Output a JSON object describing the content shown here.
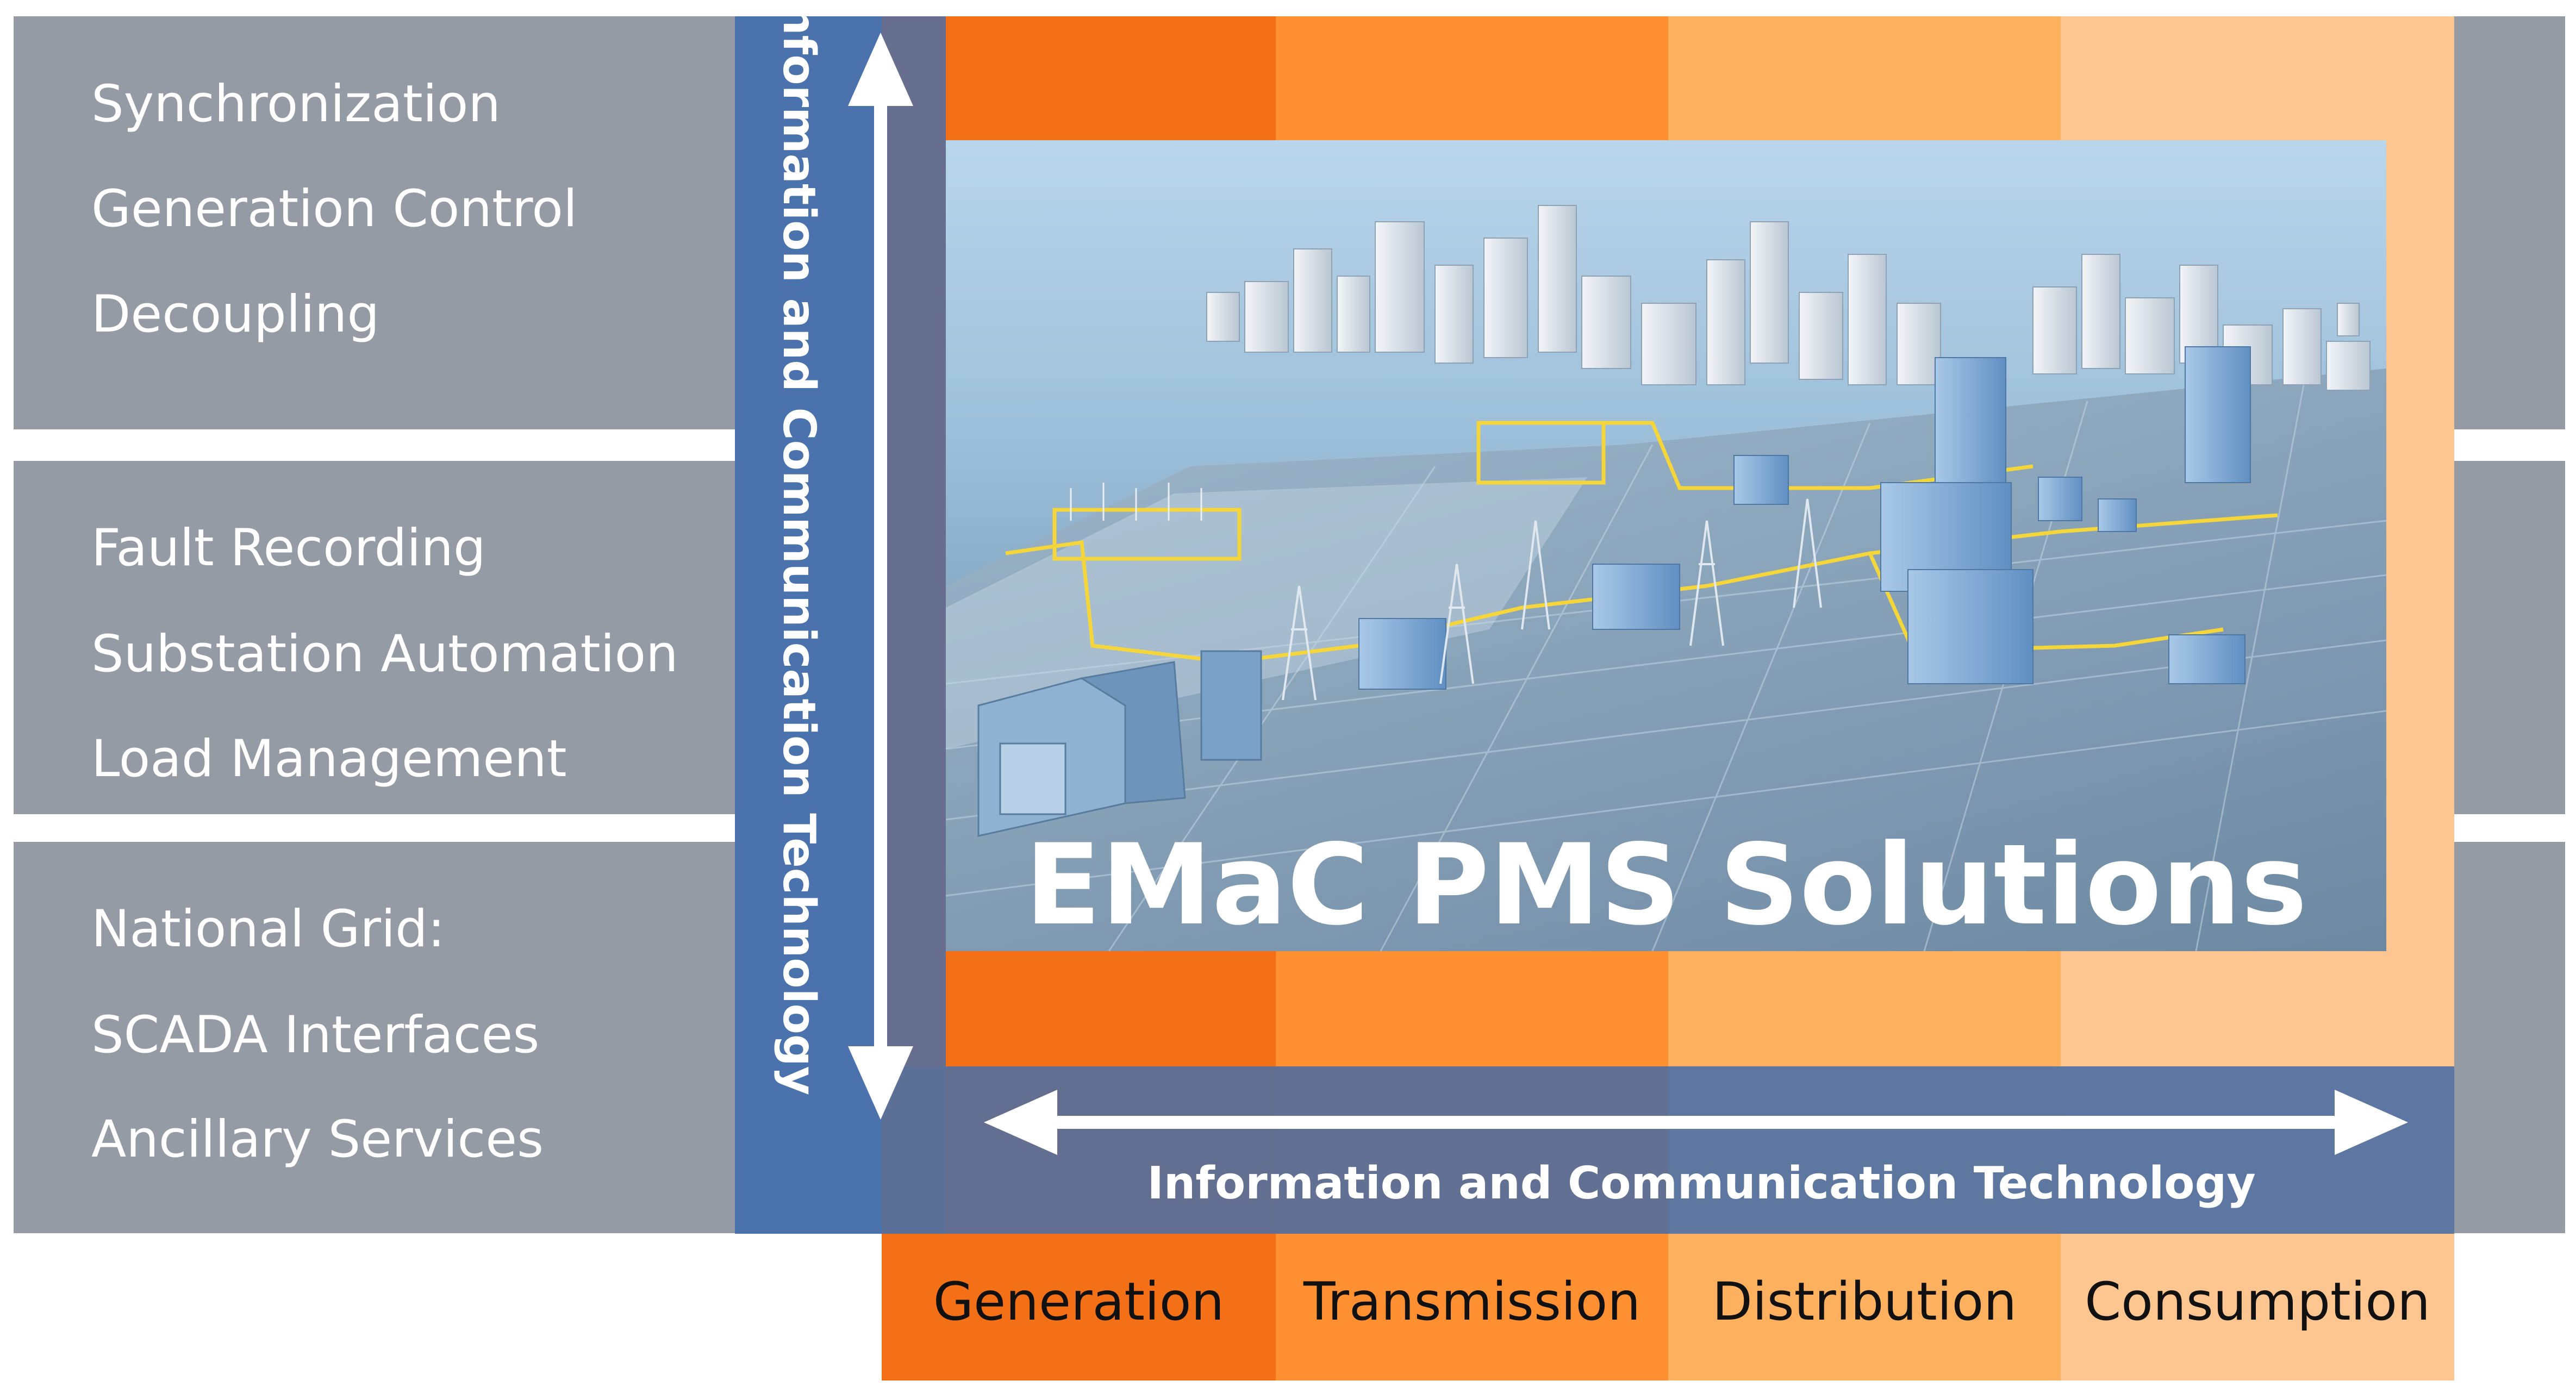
{
  "groups": [
    {
      "items": [
        "Synchronization",
        "Generation Control",
        "Decoupling"
      ]
    },
    {
      "items": [
        "Fault Recording",
        "Substation Automation",
        "Load Management"
      ]
    },
    {
      "items": [
        "National Grid:",
        "SCADA Interfaces",
        "Ancillary Services"
      ]
    }
  ],
  "vertical_label": "Information and Communication Technology",
  "horizontal_label": "Information and Communication Technology",
  "title": "EMaC PMS Solutions",
  "columns": [
    {
      "label": "Generation",
      "color": "#f47016"
    },
    {
      "label": "Transmission",
      "color": "#fe9032"
    },
    {
      "label": "Distribution",
      "color": "#fdb15e"
    },
    {
      "label": "Consumption",
      "color": "#fdc590"
    }
  ],
  "colors": {
    "gray_band": "#959ba5",
    "ict_vertical": "#4a72ac",
    "ict_horizontal": "#5c6f97",
    "arrow": "#ffffff"
  },
  "image": {
    "icon": "smart-grid-city-illustration"
  }
}
